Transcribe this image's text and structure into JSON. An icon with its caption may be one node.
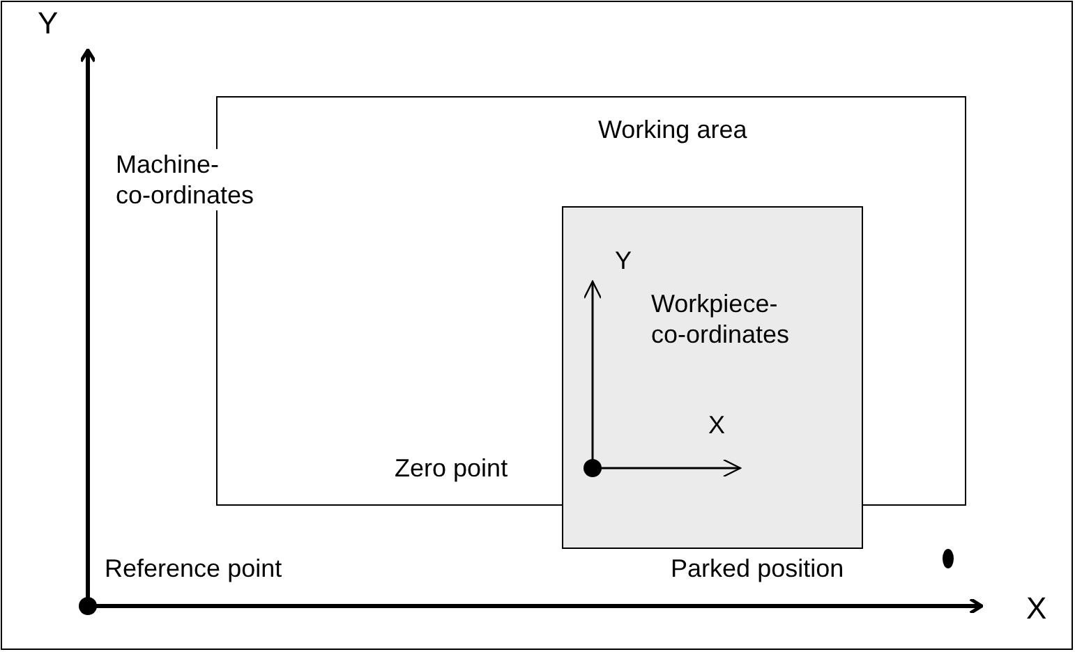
{
  "diagram": {
    "nodes": [
      {
        "text": [
          "Working area"
        ]
      },
      {
        "text": [
          "Workpiece- co-ordinates"
        ]
      }
    ],
    "labels": [
      "Y",
      "Machine- co-ordinates",
      "Y",
      "X",
      "Zero point",
      "Reference point",
      "Parked position",
      "X"
    ]
  }
}
